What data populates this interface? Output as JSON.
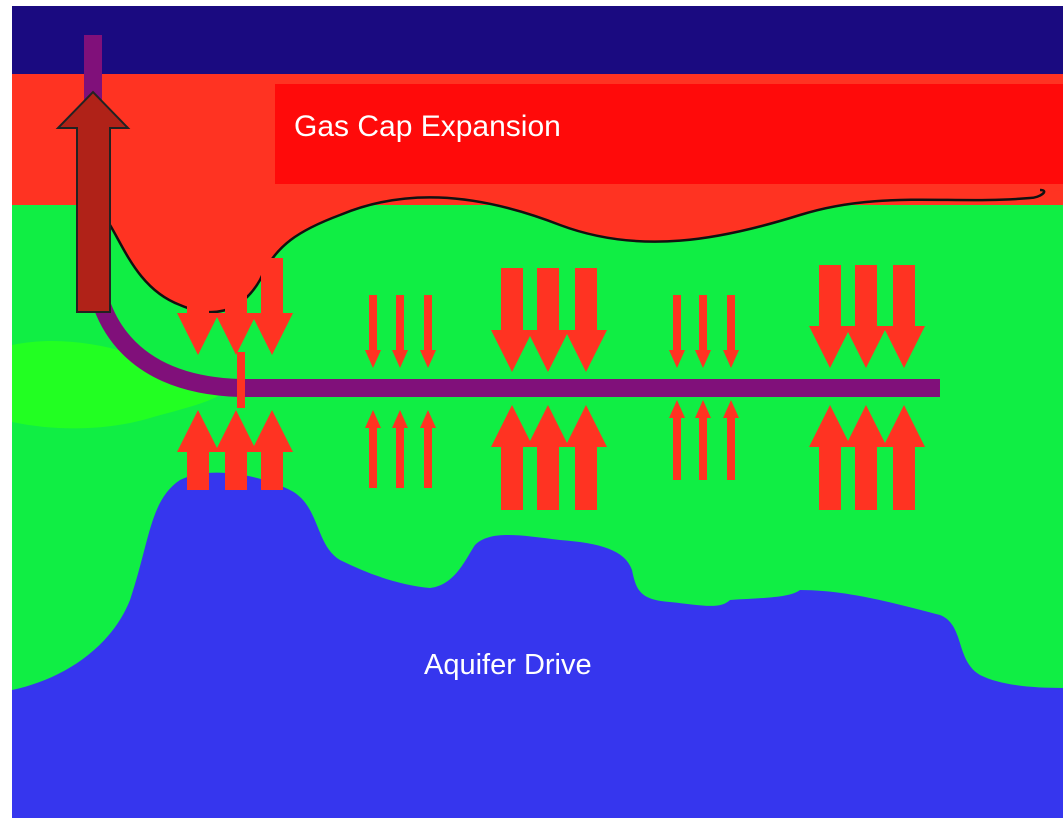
{
  "labels": {
    "gas_cap": "Gas Cap Expansion",
    "aquifer": "Aquifer Drive"
  },
  "colors": {
    "top_band": "#1a0a80",
    "gas_cap": "#ff3322",
    "gas_cap_label_box": "#ff0a0a",
    "oil_zone": "#10ee44",
    "aquifer": "#3636ee",
    "arrows": "#ff3322",
    "production_arrow": "#b02218",
    "wellbore": "#80107a",
    "near_well_zone": "#22ff22"
  },
  "icons": {
    "production_arrow": "up-arrow-icon",
    "well": "horizontal-wellbore",
    "influx_down": "down-arrow-icon",
    "influx_up": "up-arrow-icon"
  }
}
